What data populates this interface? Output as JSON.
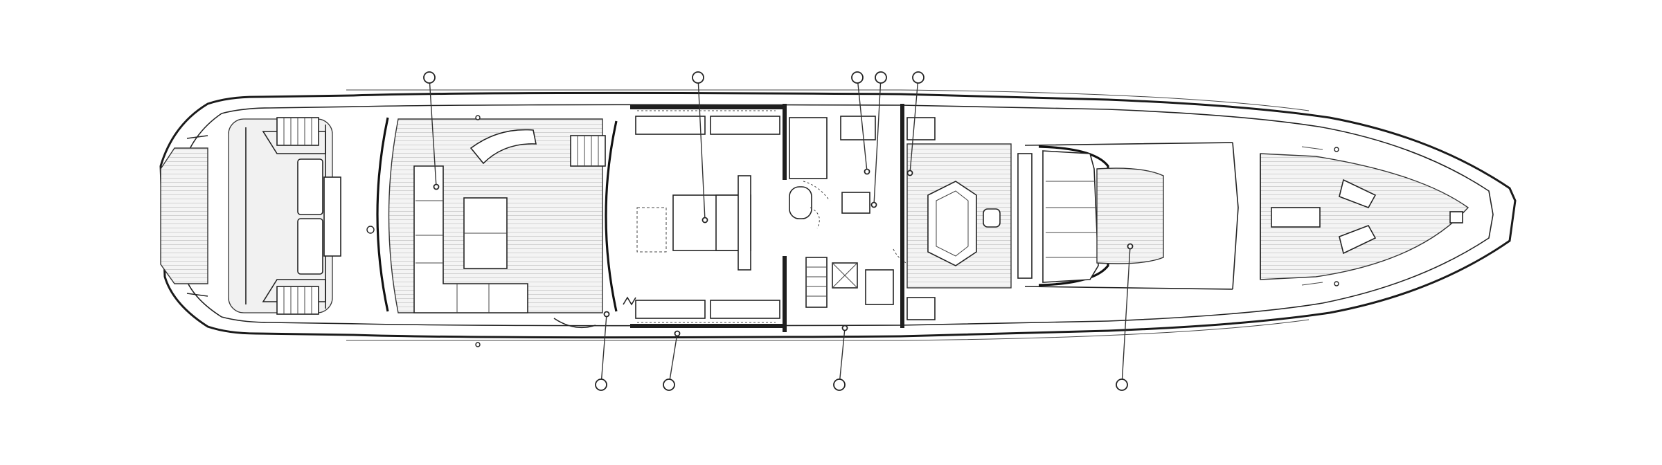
{
  "diagram": {
    "callouts": [
      {
        "id": "callout-1",
        "label": "",
        "badge": [
          620,
          112
        ],
        "end": [
          630,
          270
        ]
      },
      {
        "id": "callout-2",
        "label": "",
        "badge": [
          1008,
          112
        ],
        "end": [
          1018,
          318
        ]
      },
      {
        "id": "callout-3",
        "label": "",
        "badge": [
          1238,
          112
        ],
        "end": [
          1252,
          248
        ]
      },
      {
        "id": "callout-4",
        "label": "",
        "badge": [
          1272,
          112
        ],
        "end": [
          1262,
          296
        ]
      },
      {
        "id": "callout-5",
        "label": "",
        "badge": [
          1326,
          112
        ],
        "end": [
          1314,
          250
        ]
      },
      {
        "id": "callout-6",
        "label": "",
        "badge": [
          868,
          556
        ],
        "end": [
          876,
          454
        ]
      },
      {
        "id": "callout-7",
        "label": "",
        "badge": [
          966,
          556
        ],
        "end": [
          978,
          482
        ]
      },
      {
        "id": "callout-8",
        "label": "",
        "badge": [
          1212,
          556
        ],
        "end": [
          1220,
          474
        ]
      },
      {
        "id": "callout-9",
        "label": "",
        "badge": [
          1620,
          556
        ],
        "end": [
          1632,
          356
        ]
      }
    ]
  },
  "colors": {
    "outline": "#1a1a1a",
    "background": "#ffffff",
    "deck_fill": "#f1f1f1"
  }
}
